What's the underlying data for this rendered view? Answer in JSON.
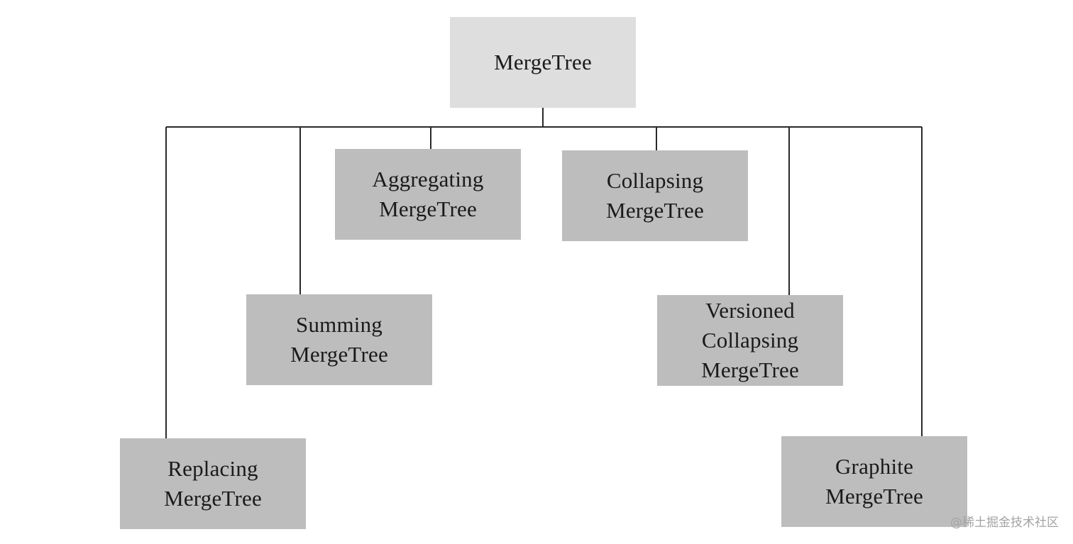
{
  "diagram": {
    "root": {
      "lines": [
        "MergeTree"
      ]
    },
    "children": {
      "aggregating": {
        "lines": [
          "Aggregating",
          "MergeTree"
        ]
      },
      "collapsing": {
        "lines": [
          "Collapsing",
          "MergeTree"
        ]
      },
      "summing": {
        "lines": [
          "Summing",
          "MergeTree"
        ]
      },
      "versioned": {
        "lines": [
          "Versioned",
          "Collapsing",
          "MergeTree"
        ]
      },
      "replacing": {
        "lines": [
          "Replacing",
          "MergeTree"
        ]
      },
      "graphite": {
        "lines": [
          "Graphite",
          "MergeTree"
        ]
      }
    }
  },
  "watermark": "@稀土掘金技术社区",
  "colors": {
    "root_fill": "#dedede",
    "child_fill": "#bdbdbd",
    "line": "#2a2a2a",
    "text": "#1a1a1a"
  }
}
